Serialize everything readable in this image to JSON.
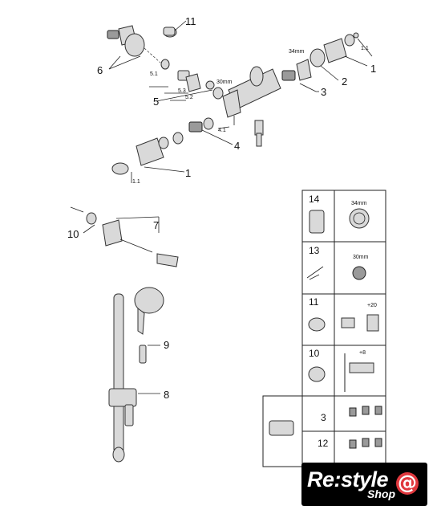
{
  "callouts": {
    "c1a": "1",
    "c1_1a": "1.1",
    "c2": "2",
    "c3": "3",
    "c4": "4",
    "c4_1": "4.1",
    "c5": "5",
    "c5_1": "5.1",
    "c5_2": "5.2",
    "c5_3": "5.3",
    "c6": "6",
    "c11": "11",
    "c1b": "1",
    "c1_1b": "1.1",
    "c34mm": "34mm",
    "c30mm": "30mm",
    "c7": "7",
    "c8": "8",
    "c9": "9",
    "c10": "10"
  },
  "table": {
    "r1_num": "14",
    "r1_dim": "34mm",
    "r2_num": "13",
    "r2_dim": "30mm",
    "r3_num": "11",
    "r3_dim": "+20",
    "r4_num": "10",
    "r4_dim": "+8",
    "r5_num": "3",
    "r6_num": "12"
  },
  "logo": {
    "brand": "Re:style",
    "shop": "Shop",
    "symbol": "@"
  }
}
